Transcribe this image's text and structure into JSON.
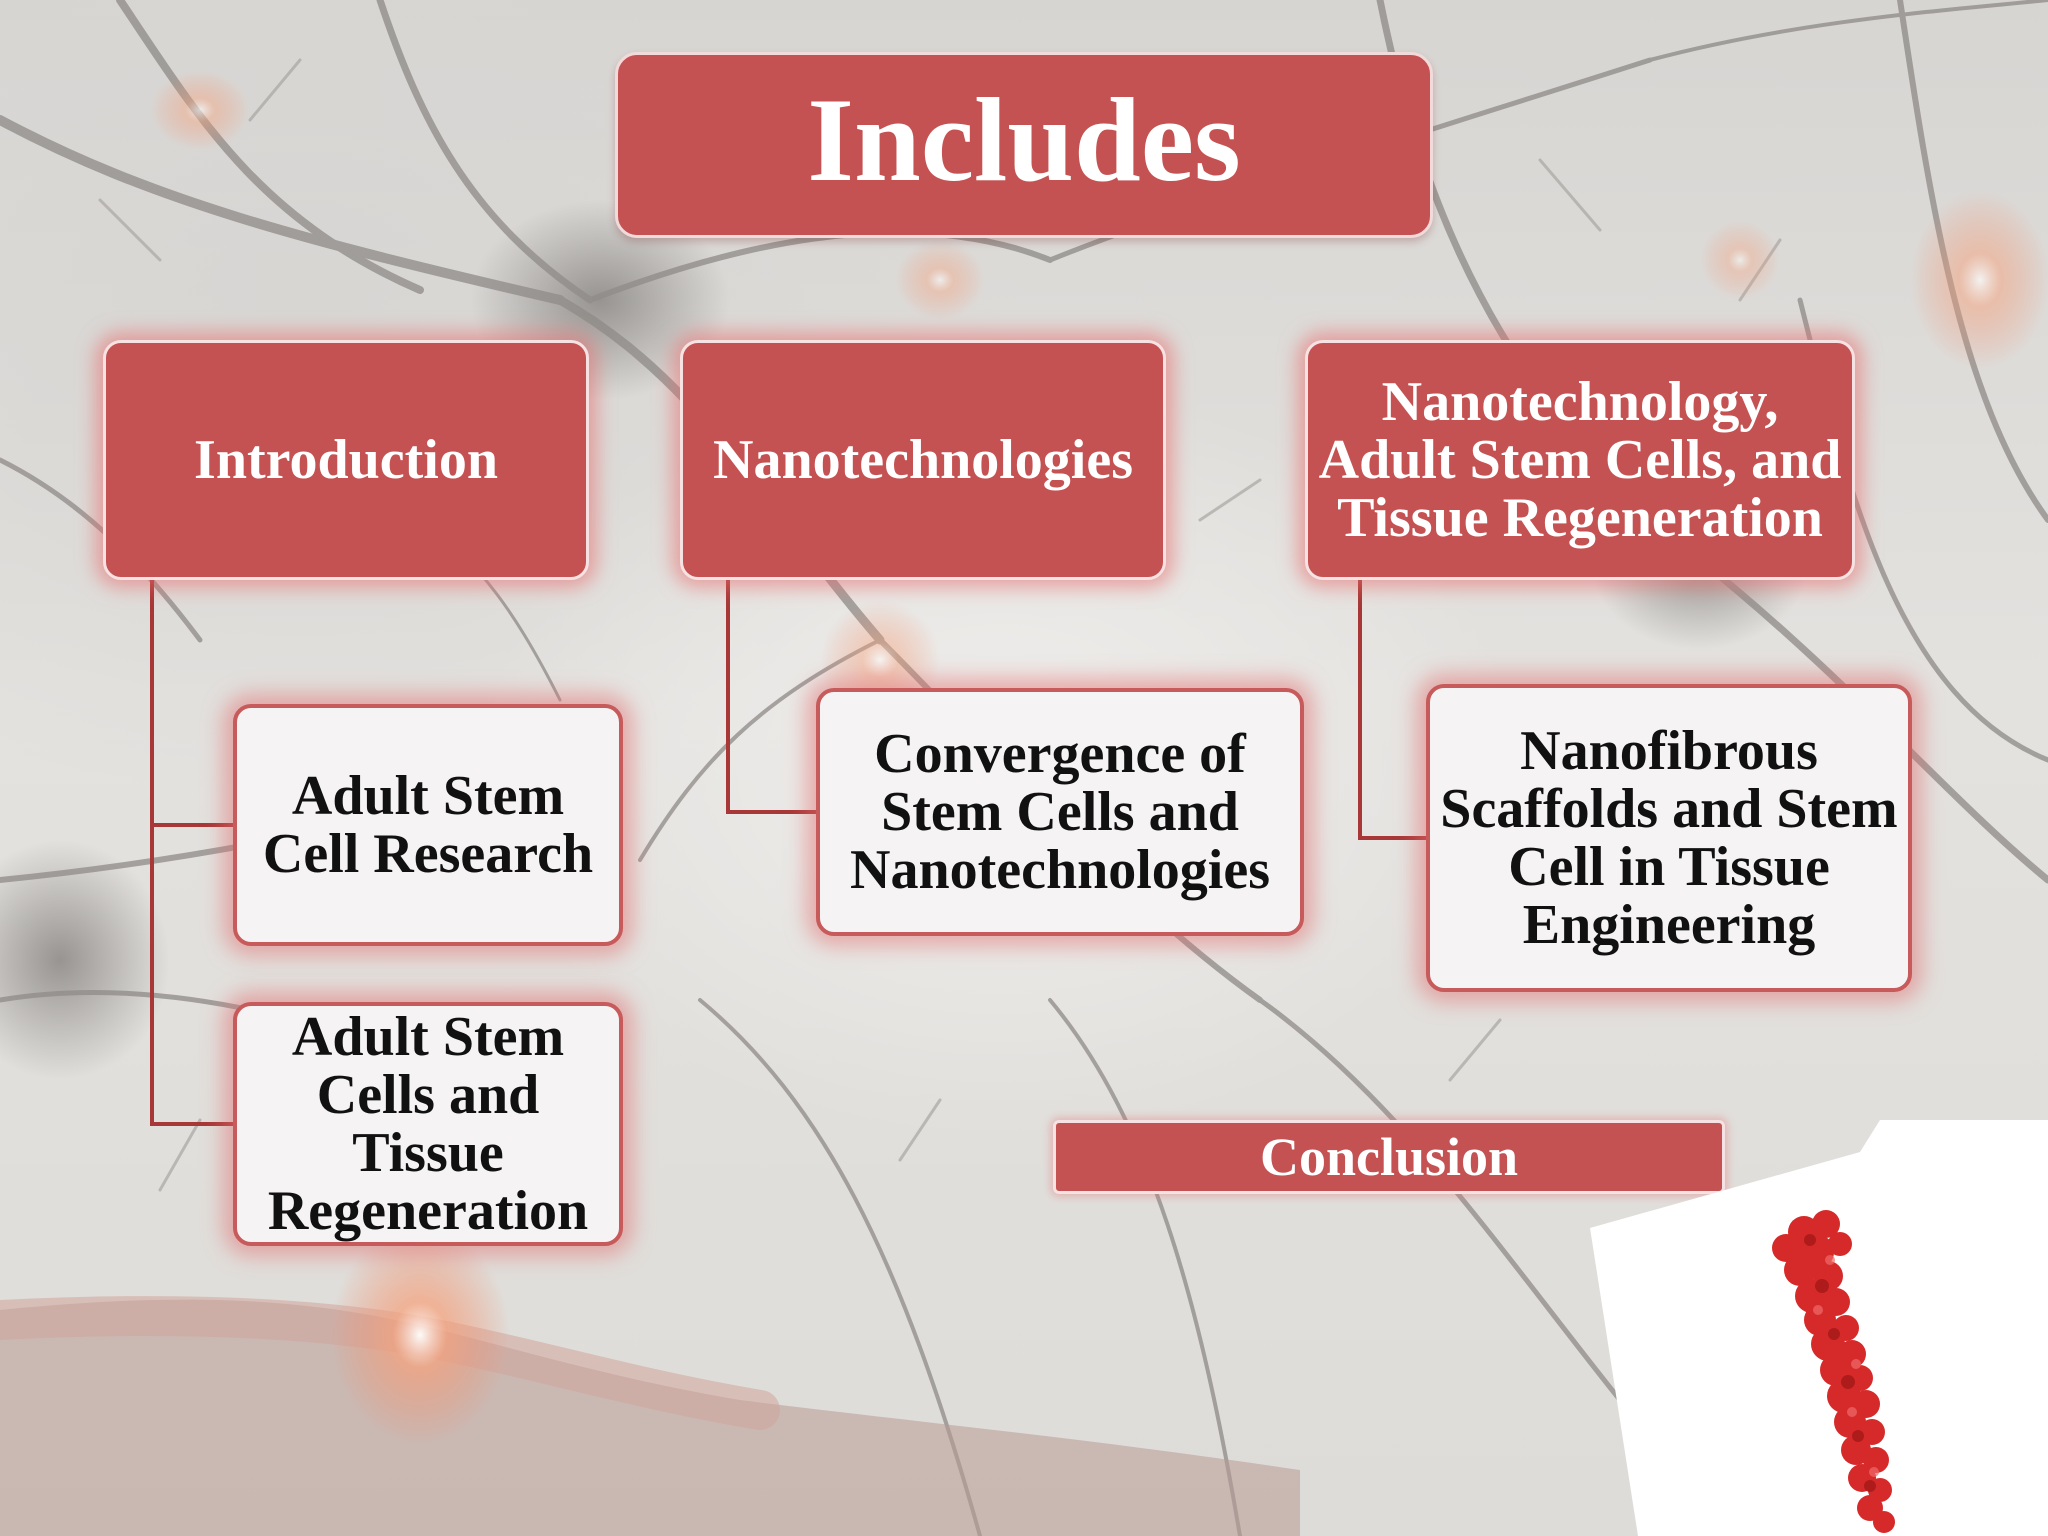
{
  "slide": {
    "title": "Includes",
    "topics": [
      {
        "label": "Introduction"
      },
      {
        "label": "Nanotechnologies"
      },
      {
        "label": "Nanotechnology, Adult Stem Cells, and Tissue Regeneration"
      }
    ],
    "subtopics": {
      "introduction": [
        {
          "label": "Adult Stem Cell Research"
        },
        {
          "label": "Adult Stem Cells and Tissue Regeneration"
        }
      ],
      "nanotechnologies": [
        {
          "label": "Convergence of Stem Cells and Nanotechnologies"
        }
      ],
      "nano_asc_tissue": [
        {
          "label": "Nanofibrous Scaffolds and Stem Cell in Tissue Engineering"
        }
      ]
    },
    "conclusion": "Conclusion",
    "colors": {
      "box_red": "#c55252",
      "box_white": "#f5f3f3",
      "connector": "#a83838",
      "glow": "#e86e6e"
    }
  }
}
